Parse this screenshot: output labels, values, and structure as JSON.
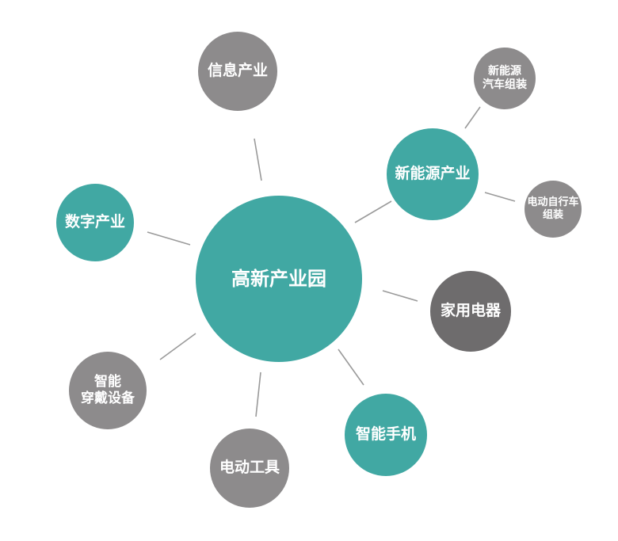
{
  "diagram": {
    "center": {
      "label": "高新产业园",
      "color": "#41a8a3"
    },
    "nodes": [
      {
        "id": "xinxi",
        "lines": [
          "信息产业"
        ],
        "color": "#8d8b8c"
      },
      {
        "id": "newenergy",
        "lines": [
          "新能源产业"
        ],
        "color": "#41a8a3"
      },
      {
        "id": "newcar",
        "lines": [
          "新能源",
          "汽车组装"
        ],
        "color": "#8d8b8c"
      },
      {
        "id": "ebike",
        "lines": [
          "电动自行车",
          "组装"
        ],
        "color": "#8d8b8c"
      },
      {
        "id": "digital",
        "lines": [
          "数字产业"
        ],
        "color": "#41a8a3"
      },
      {
        "id": "appliance",
        "lines": [
          "家用电器"
        ],
        "color": "#6e6c6d"
      },
      {
        "id": "wearable",
        "lines": [
          "智能",
          "穿戴设备"
        ],
        "color": "#8d8b8c"
      },
      {
        "id": "phone",
        "lines": [
          "智能手机"
        ],
        "color": "#41a8a3"
      },
      {
        "id": "tools",
        "lines": [
          "电动工具"
        ],
        "color": "#8d8b8c"
      }
    ],
    "connector_color": "#9a9a9a"
  }
}
